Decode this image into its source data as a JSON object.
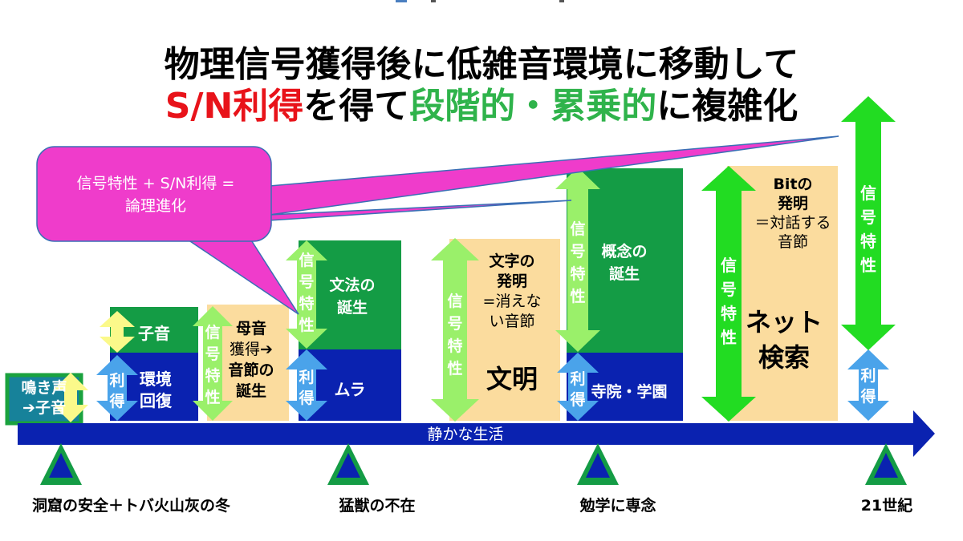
{
  "title": {
    "line1": "物理信号獲得後に低雑音環境に移動して",
    "line2_a": "S/N利得",
    "line2_b": "を得て",
    "line2_c": "段階的・累乗的",
    "line2_d": "に複雑化"
  },
  "callout": {
    "line1": "信号特性 + S/N利得 =",
    "line2": "論理進化"
  },
  "stages": {
    "cry": {
      "line1": "鳴き声",
      "line2": "➔子音"
    },
    "consonant": "子音",
    "environment": {
      "line1": "環境",
      "line2": "回復"
    },
    "vowel": {
      "line1": "母音",
      "line2": "獲得➔",
      "line3": "音節の",
      "line4": "誕生"
    },
    "grammar": {
      "line1": "文法の",
      "line2": "誕生"
    },
    "village": "ムラ",
    "writing": {
      "line1": "文字の",
      "line2": "発明",
      "line3": "=消えな",
      "line4": "い音節"
    },
    "civilization": "文明",
    "concept": {
      "line1": "概念の",
      "line2": "誕生"
    },
    "temple": "寺院・学園",
    "bit": {
      "line1": "Bitの",
      "line2": "発明",
      "line3": "＝対話する",
      "line4": "音節"
    },
    "net": {
      "line1": "ネット",
      "line2": "検索"
    }
  },
  "labels": {
    "signal": "信号特性",
    "gain": "利得",
    "quiet_life": "静かな生活"
  },
  "milestones": [
    "洞窟の安全＋トバ火山灰の冬",
    "猛獣の不在",
    "勉学に専念",
    "21世紀"
  ],
  "colors": {
    "navy": "#0a22b0",
    "dark_green": "#149c45",
    "light_green": "#9af06a",
    "bright_green": "#22dc22",
    "tan": "#fbdc9e",
    "light_blue": "#4aa3ea",
    "yellow": "#fbf98a",
    "magenta": "#ef3ccb",
    "teal": "#17829a",
    "title_red": "#e8131a",
    "title_green": "#2fb34b"
  }
}
